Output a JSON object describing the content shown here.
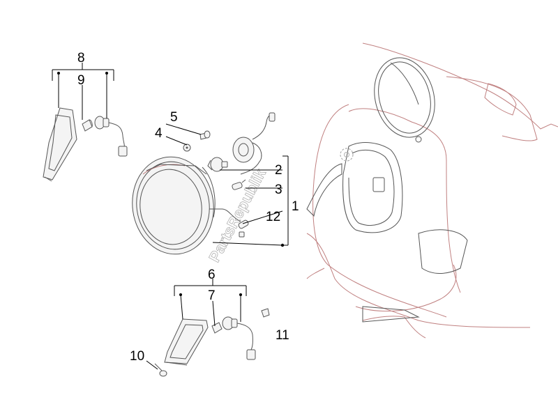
{
  "diagram": {
    "callouts": {
      "n1": "1",
      "n2": "2",
      "n3": "3",
      "n4": "4",
      "n5": "5",
      "n6": "6",
      "n7": "7",
      "n8": "8",
      "n9": "9",
      "n10": "10",
      "n11": "11",
      "n12": "12"
    },
    "watermark": "PartsRepublik",
    "colors": {
      "line": "#555555",
      "trim": "#c08080",
      "callout": "#000000"
    }
  }
}
